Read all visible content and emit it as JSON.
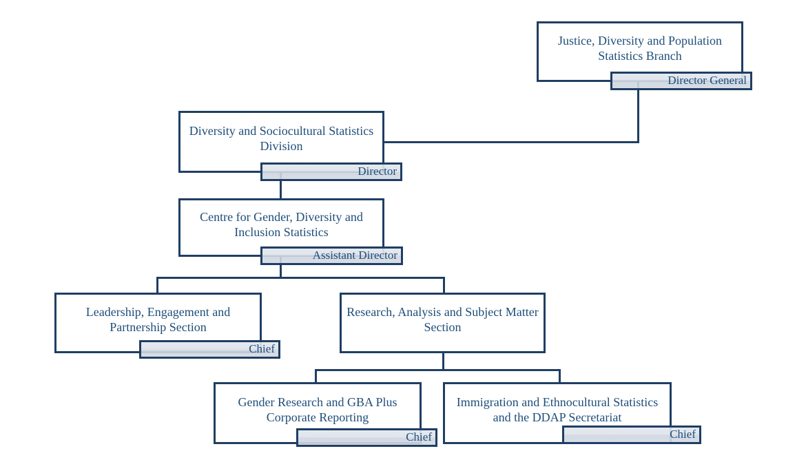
{
  "diagram_type": "org-chart",
  "org_chart": {
    "nodes": [
      {
        "id": "branch",
        "title": "Justice, Diversity and Population Statistics Branch",
        "role": "Director General",
        "reports_to": null
      },
      {
        "id": "division",
        "title": "Diversity and Sociocultural Statistics Division",
        "role": "Director",
        "reports_to": "branch"
      },
      {
        "id": "centre",
        "title": "Centre for Gender, Diversity and Inclusion Statistics",
        "role": "Assistant Director",
        "reports_to": "division"
      },
      {
        "id": "leadership",
        "title": "Leadership, Engagement and Partnership Section",
        "role": "Chief",
        "reports_to": "centre"
      },
      {
        "id": "research",
        "title": "Research, Analysis and Subject Matter Section",
        "role": "",
        "reports_to": "centre"
      },
      {
        "id": "gender",
        "title": "Gender Research and GBA Plus Corporate Reporting",
        "role": "Chief",
        "reports_to": "research"
      },
      {
        "id": "immigration",
        "title": "Immigration and Ethnocultural Statistics and the DDAP Secretariat",
        "role": "Chief",
        "reports_to": "research"
      }
    ],
    "colors": {
      "outline": "#1F3E63",
      "text": "#1F4E79",
      "label_fill": "#D6DCE4",
      "box_fill": "#FFFFFF",
      "background": "#FFFFFF"
    }
  }
}
